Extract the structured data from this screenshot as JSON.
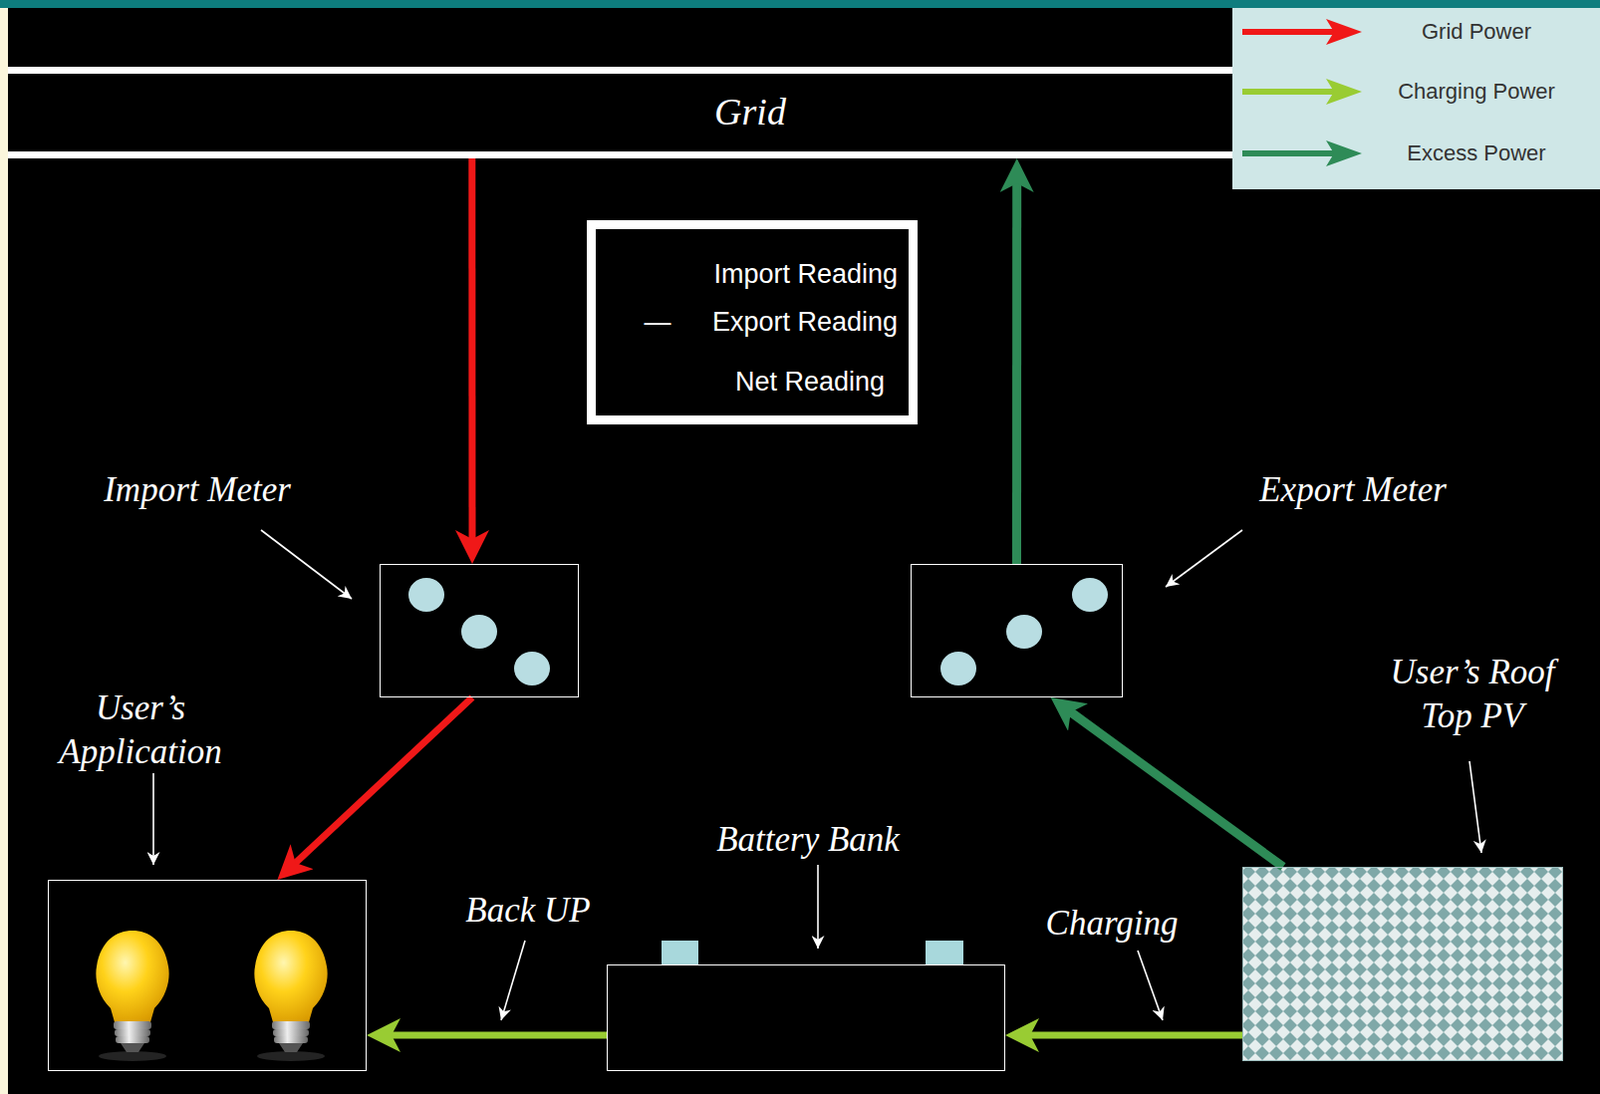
{
  "diagram": {
    "nodes": [
      {
        "text": [
          "Grid"
        ]
      },
      {
        "text": [
          "Import Reading",
          "—",
          "Export Reading",
          "Net Reading"
        ]
      },
      {
        "text": [
          "Import Meter"
        ]
      },
      {
        "text": [
          "Export Meter"
        ]
      },
      {
        "text": [
          "User’s Application"
        ]
      },
      {
        "text": [
          "Battery Bank"
        ]
      },
      {
        "text": [
          "User’s Roof Top PV"
        ]
      }
    ],
    "edges": [
      {
        "from": 0,
        "to": 2,
        "arrow": "to"
      },
      {
        "from": 2,
        "to": 4,
        "arrow": "to"
      },
      {
        "from": 3,
        "to": 0,
        "arrow": "to"
      },
      {
        "from": 6,
        "to": 3,
        "arrow": "to"
      },
      {
        "from": 6,
        "to": 5,
        "arrow": "to",
        "label": "Charging"
      },
      {
        "from": 5,
        "to": 4,
        "arrow": "to",
        "label": "Back UP"
      }
    ],
    "legend": [
      {
        "text": "Grid Power",
        "color": "#f01818"
      },
      {
        "text": "Charging Power",
        "color": "#99cc33"
      },
      {
        "text": "Excess Power",
        "color": "#2e8b57"
      }
    ]
  }
}
